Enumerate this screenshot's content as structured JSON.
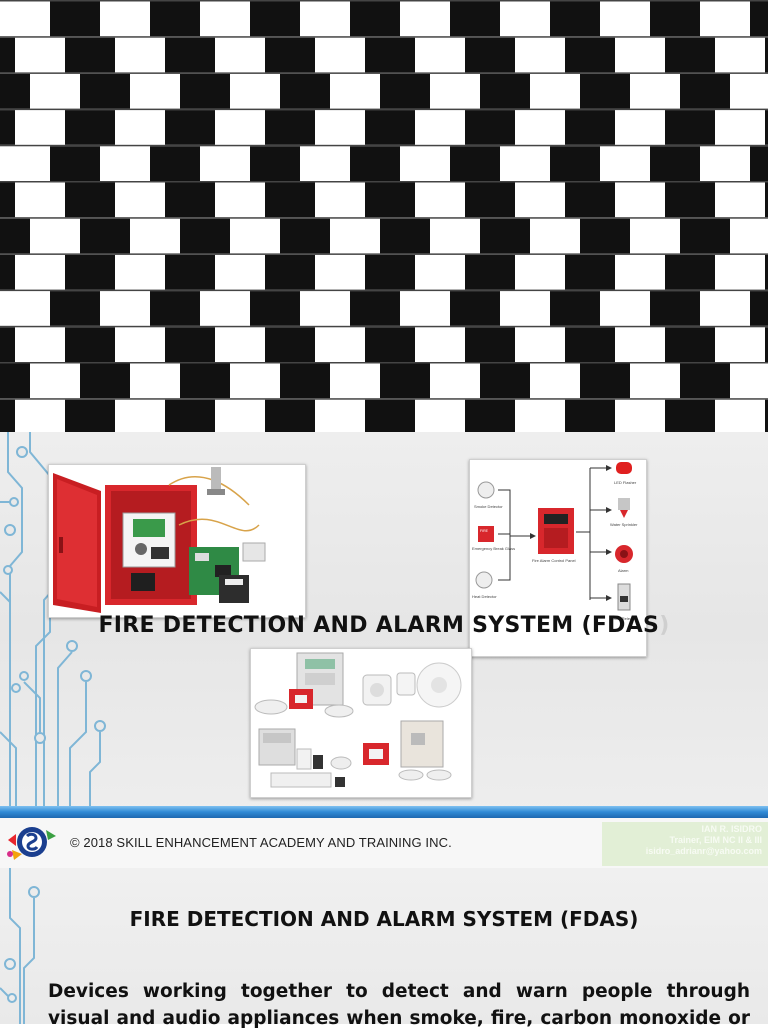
{
  "slide1": {
    "title": "FIRE DETECTION AND ALARM SYSTEM (FDAS",
    "title_faded_suffix": ")",
    "diagram_labels": {
      "smoke_detector": "Smoke Detector",
      "break_glass": "Emergency Break Glass",
      "heat_detector": "Heat Detector",
      "panel": "Fire Alarm Control Panel",
      "led_flasher": "LED Flasher",
      "water_sprinkler": "Water Sprinkler",
      "alarm": "Alarm",
      "door_release": "Door Release",
      "fire_sign": "FIRE"
    }
  },
  "footer": {
    "copyright": "© 2018 SKILL ENHANCEMENT ACADEMY AND TRAINING INC.",
    "trainer_name": "IAN R. ISIDRO",
    "trainer_role": "Trainer, EIM NC II & III",
    "trainer_email": "isidro_adrianr@yahoo.com"
  },
  "slide2": {
    "title": "FIRE DETECTION AND ALARM SYSTEM (FDAS)",
    "body": "Devices working together to detect and warn people through visual and audio appliances when smoke, fire, carbon monoxide or"
  },
  "colors": {
    "brick_black": "#111111",
    "accent_blue": "#2f8ad6",
    "panel_red": "#d8272c",
    "circuit": "#7fb6d6"
  }
}
